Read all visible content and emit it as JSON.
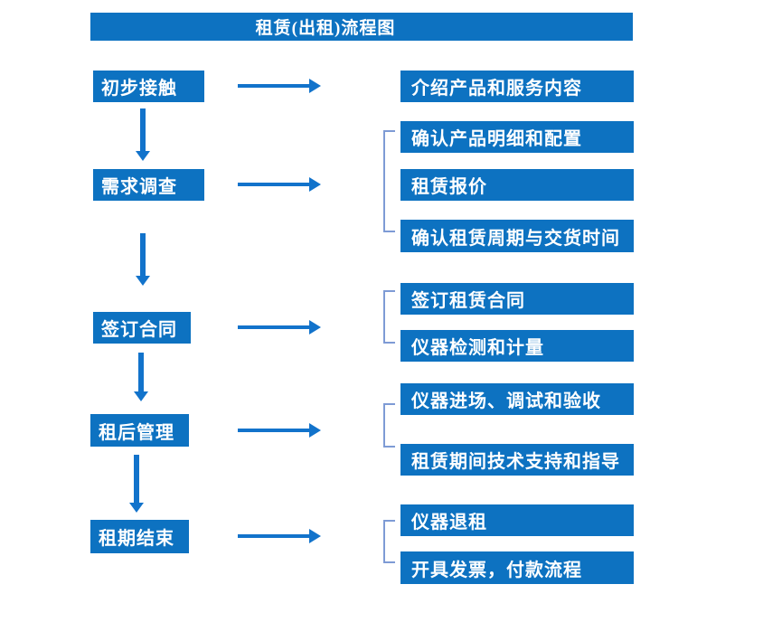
{
  "title": "租赁(出租)流程图",
  "colors": {
    "box_fill": "#0D72C1",
    "arrow": "#1273CB",
    "bracket": "#7E9BD5",
    "box_text": "#FFFFFF",
    "background": "#FFFFFF"
  },
  "flow": [
    {
      "step": "初步接触",
      "outputs": [
        "介绍产品和服务内容"
      ]
    },
    {
      "step": "需求调查",
      "outputs": [
        "确认产品明细和配置",
        "租赁报价",
        "确认租赁周期与交货时间"
      ]
    },
    {
      "step": "签订合同",
      "outputs": [
        "签订租赁合同",
        "仪器检测和计量"
      ]
    },
    {
      "step": "租后管理",
      "outputs": [
        "仪器进场、调试和验收",
        "租赁期间技术支持和指导"
      ]
    },
    {
      "step": "租期结束",
      "outputs": [
        "仪器退租",
        "开具发票，付款流程"
      ]
    }
  ]
}
